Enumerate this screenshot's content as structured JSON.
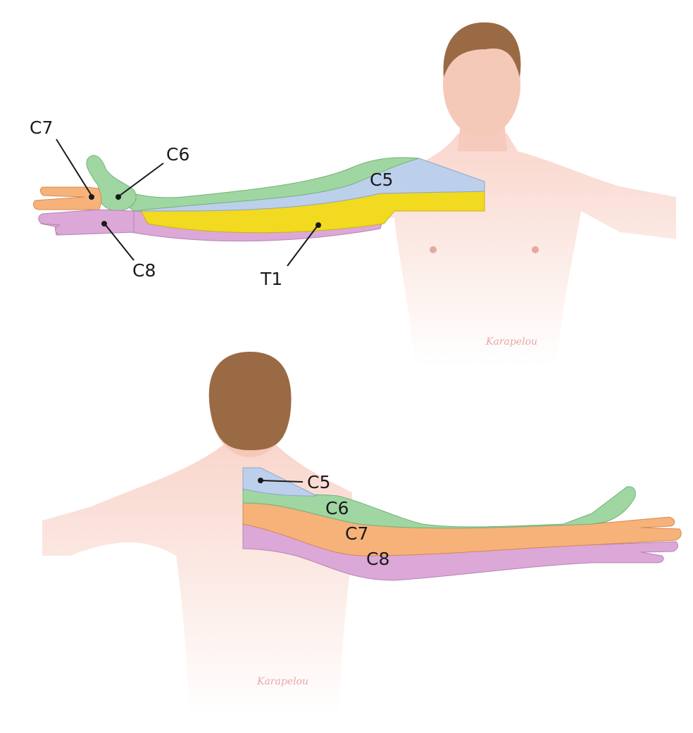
{
  "figures": {
    "anterior": {
      "labels": {
        "c7": "C7",
        "c6": "C6",
        "c5": "C5",
        "c8": "C8",
        "t1": "T1"
      },
      "signature": "Karapelou"
    },
    "posterior": {
      "labels": {
        "c5": "C5",
        "c6": "C6",
        "c7": "C7",
        "c8": "C8"
      },
      "signature": "Karapelou"
    }
  },
  "colors": {
    "skin": "#f9d9d0",
    "hair": "#9a6a45",
    "c5": "#bcd0ec",
    "c6": "#9fd6a2",
    "c7": "#f7b27a",
    "c8": "#dca8d8",
    "t1": "#f1da1f"
  }
}
